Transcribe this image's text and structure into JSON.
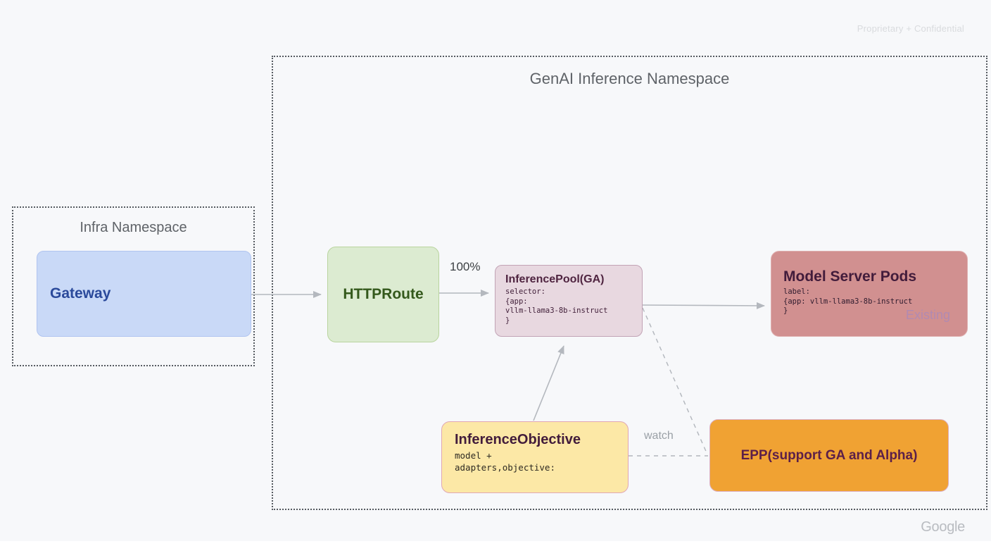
{
  "page": {
    "watermark": "Proprietary + Confidential",
    "brand": "Google",
    "background_color": "#f7f8fa"
  },
  "genai_namespace": {
    "title": "GenAI Inference Namespace"
  },
  "infra_namespace": {
    "title": "Infra Namespace"
  },
  "nodes": {
    "gateway": {
      "label": "Gateway",
      "fill": "#c9d9f7",
      "text_color": "#2b4a9b"
    },
    "httproute": {
      "label": "HTTPRoute",
      "fill": "#dcebd1",
      "text_color": "#34591c"
    },
    "inference_pool": {
      "title": "InferencePool(GA)",
      "code_lines": [
        "selector:",
        "{app:",
        "vllm-llama3-8b-instruct",
        "}"
      ],
      "fill": "#e8d8e0",
      "text_color": "#4f2440"
    },
    "model_server_pods": {
      "title": "Model Server Pods",
      "code_lines": [
        "label:",
        "{app: vllm-llama3-8b-instruct",
        "}"
      ],
      "badge": "Existing",
      "fill": "#d19090",
      "text_color": "#421c3b",
      "badge_color": "#b18ab2"
    },
    "inference_objective": {
      "title": "InferenceObjective",
      "code_lines": [
        "model +",
        "adapters,objective:"
      ],
      "fill": "#fce8a6",
      "text_color": "#421c3b"
    },
    "epp": {
      "label": "EPP(support GA and Alpha)",
      "fill": "#f0a233",
      "text_color": "#5b1f49"
    }
  },
  "edges": {
    "httproute_to_pool_label": "100%",
    "epp_watch_label": "watch"
  }
}
